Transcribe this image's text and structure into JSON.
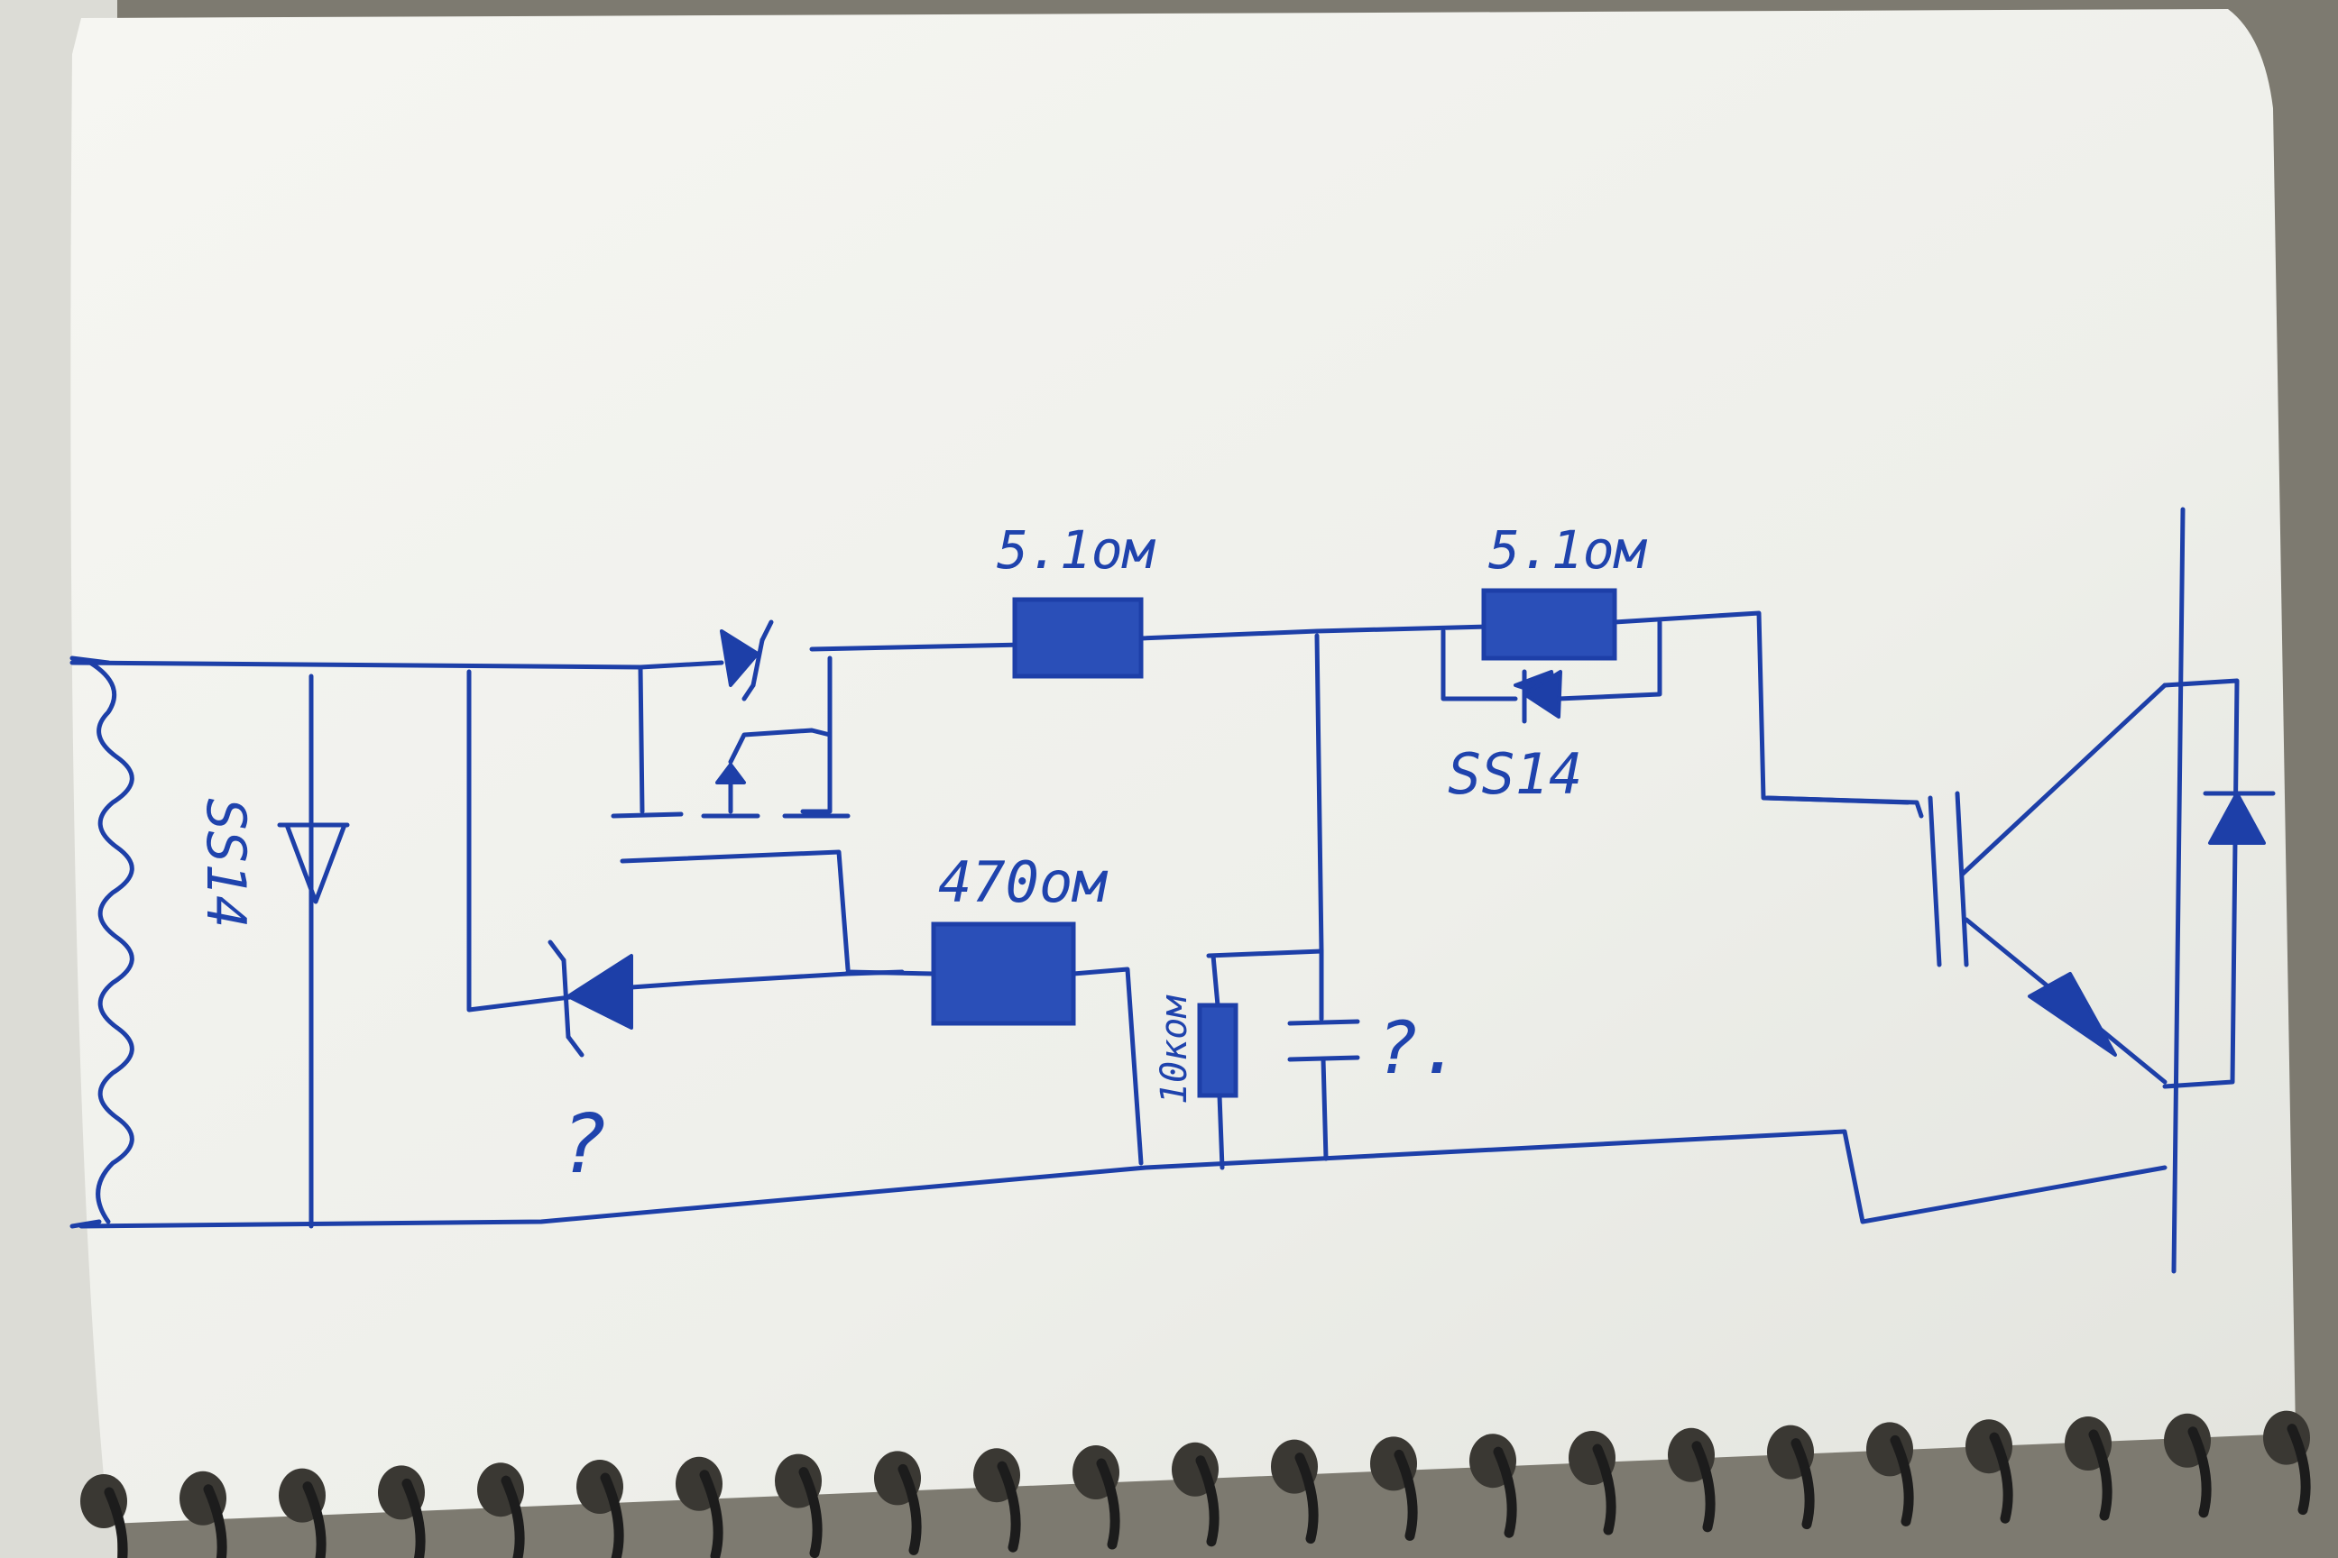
{
  "labels": {
    "r_top_left": "5.1ом",
    "r_top_right": "5.1ом",
    "r_mid": "470ом",
    "r_10k": "10ком",
    "diode_left": "SS14",
    "diode_right": "SS14",
    "zener_unknown": "?",
    "cap_unknown": "?."
  },
  "colors": {
    "ink": "#1d3fa8",
    "paper": "#f2f3ee",
    "ring": "#2b2b2b"
  }
}
